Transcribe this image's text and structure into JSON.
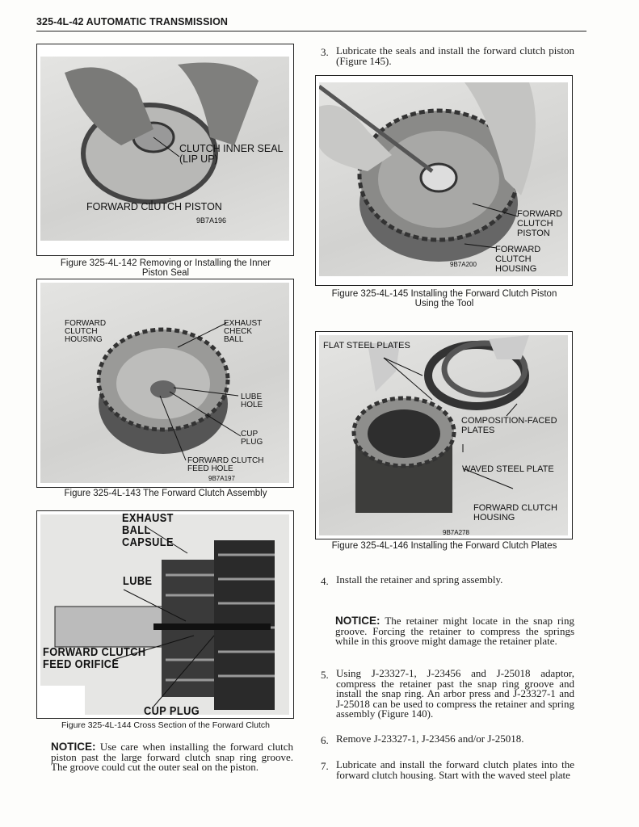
{
  "header": {
    "title": "325-4L-42  AUTOMATIC TRANSMISSION"
  },
  "fig142": {
    "labels": [
      "CLUTCH INNER SEAL",
      "(LIP UP)",
      "FORWARD CLUTCH PISTON"
    ],
    "code": "9B7A196",
    "caption_line1": "Figure 325-4L-142 Removing or Installing the Inner",
    "caption_line2": "Piston Seal"
  },
  "fig143": {
    "labels": {
      "housing": "FORWARD\nCLUTCH\nHOUSING",
      "exhaust": "EXHAUST\nCHECK\nBALL",
      "lube": "LUBE\nHOLE",
      "cup": "CUP\nPLUG",
      "feed": "FORWARD CLUTCH\nFEED HOLE"
    },
    "code": "9B7A197",
    "caption": "Figure 325-4L-143 The Forward Clutch Assembly"
  },
  "fig144": {
    "labels": {
      "exhaust": "EXHAUST\nBALL\nCAPSULE",
      "lube": "LUBE",
      "feed": "FORWARD CLUTCH\nFEED ORIFICE",
      "cup": "CUP PLUG"
    },
    "caption": "Figure 325-4L-144 Cross Section of the Forward Clutch"
  },
  "notice_left": {
    "label": "NOTICE:",
    "text": " Use care when installing the forward clutch piston past the large forward clutch snap ring groove. The groove could cut the outer seal on the piston."
  },
  "step3": {
    "num": "3.",
    "text": "Lubricate the seals and install the forward clutch piston (Figure 145)."
  },
  "fig145": {
    "labels": {
      "piston": "FORWARD\nCLUTCH\nPISTON",
      "housing": "FORWARD\nCLUTCH\nHOUSING"
    },
    "code": "9B7A200",
    "caption_line1": "Figure 325-4L-145 Installing the Forward Clutch Piston",
    "caption_line2": "Using the Tool"
  },
  "fig146": {
    "labels": {
      "flat": "FLAT STEEL PLATES",
      "comp": "COMPOSITION-FACED\nPLATES",
      "waved": "WAVED STEEL PLATE",
      "housing": "FORWARD CLUTCH\nHOUSING"
    },
    "code": "9B7A278",
    "caption": "Figure 325-4L-146 Installing the Forward Clutch Plates"
  },
  "step4": {
    "num": "4.",
    "text": "Install the retainer and spring assembly."
  },
  "notice_right": {
    "label": "NOTICE:",
    "text": " The retainer might locate in the snap ring groove. Forcing the retainer to compress the springs while in this groove might damage the retainer plate."
  },
  "step5": {
    "num": "5.",
    "text": "Using J-23327-1, J-23456 and J-25018 adaptor, compress the retainer past the snap ring groove and install the snap ring. An arbor press and J-23327-1 and J-25018 can be used to compress the retainer and spring assembly (Figure 140)."
  },
  "step6": {
    "num": "6.",
    "text": "Remove J-23327-1, J-23456 and/or J-25018."
  },
  "step7": {
    "num": "7.",
    "text": "Lubricate and install the forward clutch plates into the forward clutch housing. Start with the waved steel plate"
  }
}
